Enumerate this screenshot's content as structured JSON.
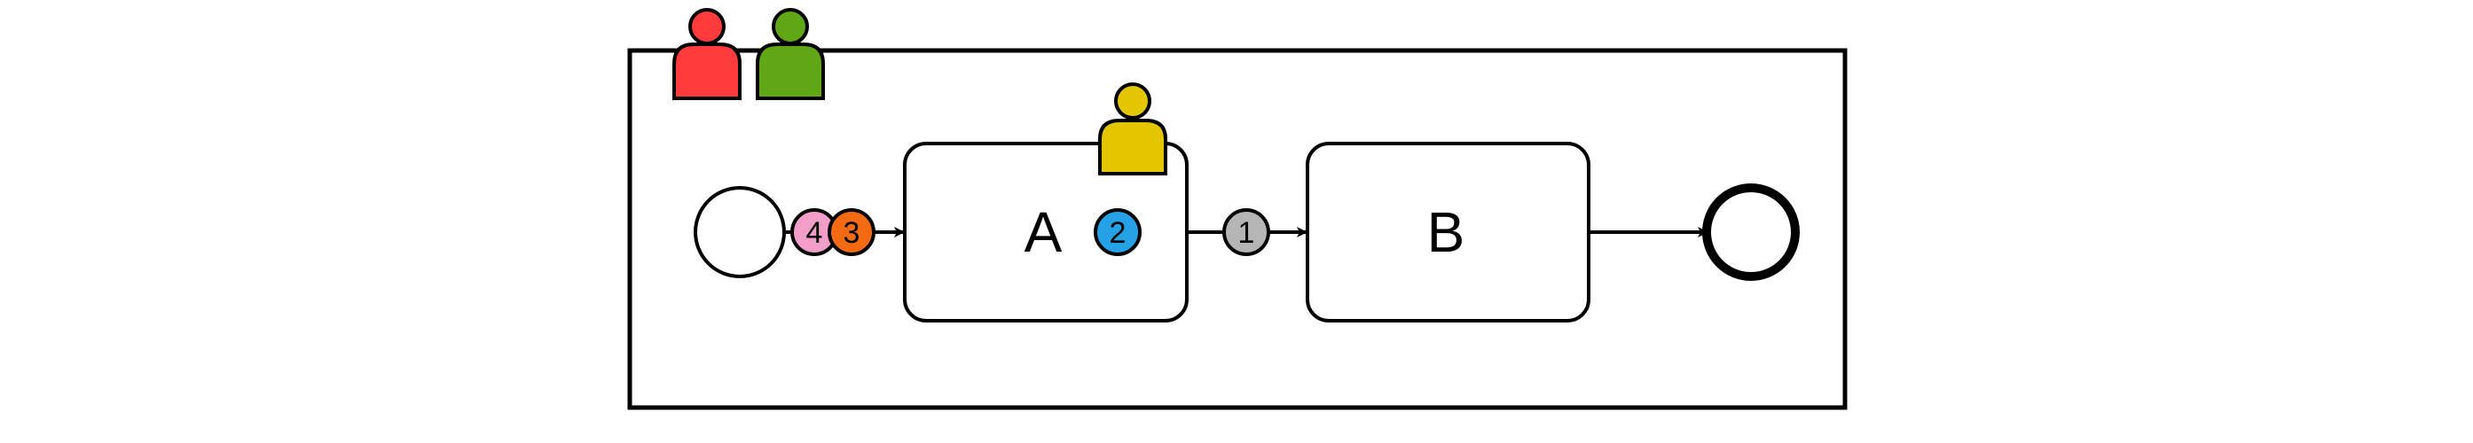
{
  "diagram": {
    "tasks": [
      {
        "id": "task-a",
        "label": "A"
      },
      {
        "id": "task-b",
        "label": "B"
      }
    ],
    "tokens": [
      {
        "id": "token-4",
        "label": "4",
        "color": "#f19ec8"
      },
      {
        "id": "token-3",
        "label": "3",
        "color": "#f26a12"
      },
      {
        "id": "token-2",
        "label": "2",
        "color": "#25a2e6"
      },
      {
        "id": "token-1",
        "label": "1",
        "color": "#b5b5b5"
      }
    ],
    "participants": [
      {
        "id": "pool-person-red",
        "color": "#ff3b3b"
      },
      {
        "id": "pool-person-green",
        "color": "#5fa714"
      },
      {
        "id": "task-a-person-yellow",
        "color": "#e3c500"
      }
    ],
    "colors": {
      "stroke": "#000000",
      "background": "#ffffff"
    }
  }
}
